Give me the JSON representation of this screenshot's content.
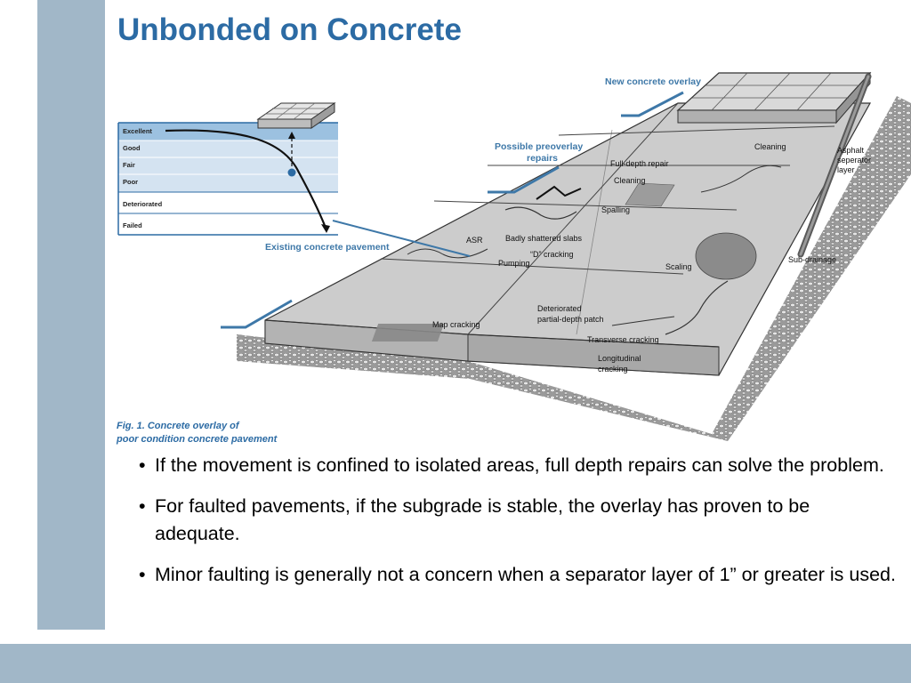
{
  "slide": {
    "title": "Unbonded on Concrete"
  },
  "figure": {
    "condition_scale": [
      "Excellent",
      "Good",
      "Fair",
      "Poor",
      "Deteriorated",
      "Failed"
    ],
    "callouts": {
      "new_overlay": "New concrete overlay",
      "preoverlay_line1": "Possible preoverlay",
      "preoverlay_line2": "repairs",
      "existing": "Existing concrete pavement"
    },
    "labels": {
      "full_depth_repair": "Full-depth repair",
      "cleaning_1": "Cleaning",
      "cleaning_2": "Cleaning",
      "asphalt_line1": "Asphalt",
      "asphalt_line2": "seperator",
      "asphalt_line3": "layer",
      "spalling": "Spalling",
      "asr": "ASR",
      "shattered": "Badly shattered slabs",
      "d_cracking": "“D” cracking",
      "pumping": "Pumping",
      "scaling": "Scaling",
      "sub_drainage": "Sub-drainage",
      "map_cracking": "Map cracking",
      "patch_line1": "Deteriorated",
      "patch_line2": "partial-depth patch",
      "transverse": "Transverse cracking",
      "longitudinal_line1": "Longitudinal",
      "longitudinal_line2": "cracking"
    },
    "caption_line1": "Fig. 1. Concrete overlay of",
    "caption_line2": "poor condition concrete pavement"
  },
  "bullets": [
    "If the movement is confined to isolated areas, full depth repairs can solve the problem.",
    "For faulted pavements, if the subgrade is stable, the overlay has proven to be adequate.",
    "Minor faulting is generally not a concern when a separator layer of 1” or greater is used."
  ],
  "colors": {
    "accent_bar": "#a1b7c8",
    "title": "#2c6ba4",
    "callout_blue": "#3e78a8"
  }
}
